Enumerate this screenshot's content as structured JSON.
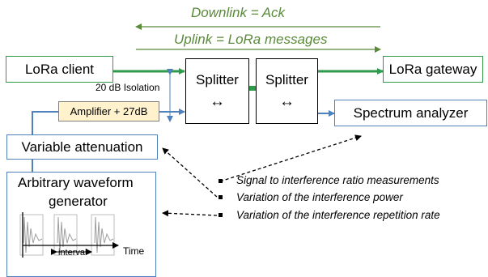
{
  "labels": {
    "downlink": "Downlink = Ack",
    "uplink": "Uplink = LoRa messages",
    "lora_client": "LoRa client",
    "lora_gateway": "LoRa gateway",
    "isolation": "20 dB Isolation",
    "amplifier": "Amplifier + 27dB",
    "splitter": "Splitter",
    "splitter_symbol": "↔",
    "spectrum_analyzer": "Spectrum analyzer",
    "variable_attenuation": "Variable attenuation",
    "awg_line1": "Arbitrary waveform",
    "awg_line2": "generator",
    "interval": "interval",
    "time": "Time"
  },
  "notes": [
    "Signal to interference ratio measurements",
    "Variation of the interference power",
    "Variation of the interference repetition rate"
  ],
  "colors": {
    "green": "#2e9a4a",
    "green_dark": "#5a8a3a",
    "blue": "#4f81bd",
    "amp_fill": "#fff2cc"
  }
}
